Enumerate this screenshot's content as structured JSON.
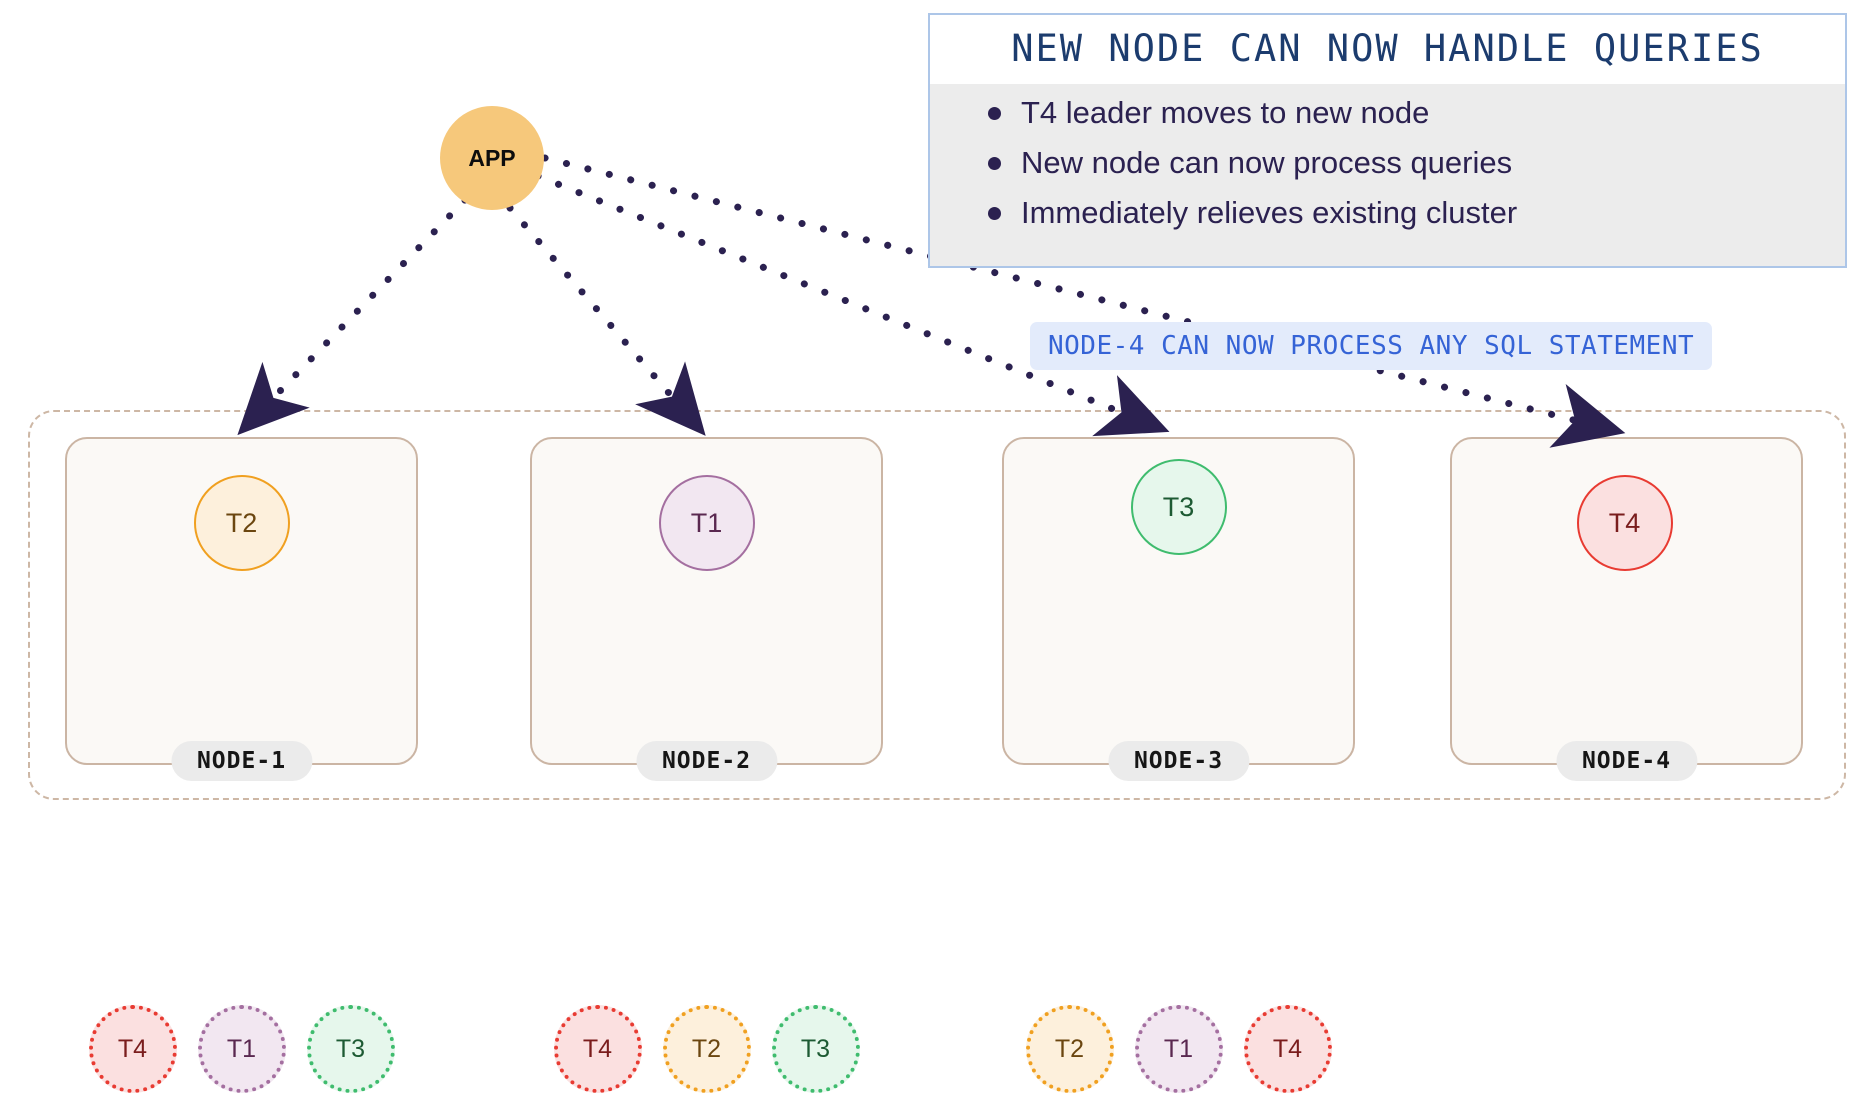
{
  "app": {
    "label": "APP",
    "color": "#f6c87b"
  },
  "callout": {
    "title": "NEW NODE CAN NOW HANDLE QUERIES",
    "title_color": "#1c3c6e",
    "border_color": "#adc6e8",
    "body_bg": "#ececec",
    "text_color": "#2b2150",
    "bullets": [
      "T4 leader moves to new node",
      "New node can now process queries",
      "Immediately relieves existing cluster"
    ]
  },
  "sql_banner": {
    "text": "NODE-4 CAN NOW PROCESS ANY SQL STATEMENT",
    "text_color": "#3563d6",
    "bg": "#e3ebfb"
  },
  "cluster": {
    "boundary_color": "#cdb7a5",
    "node_border_color": "#cbb5a4",
    "node_bg": "#fbf9f6"
  },
  "tablet_colors": {
    "T1": {
      "fill": "#f2e7f1",
      "stroke": "#a46fa0",
      "text": "#5a2850"
    },
    "T2": {
      "fill": "#fdf0dc",
      "stroke": "#f0a020",
      "text": "#6b4610"
    },
    "T3": {
      "fill": "#e6f7ec",
      "stroke": "#3fbc6e",
      "text": "#1d5a33"
    },
    "T4": {
      "fill": "#fbe0e0",
      "stroke": "#e83b32",
      "text": "#7a1d1d"
    }
  },
  "nodes": [
    {
      "name": "NODE-1",
      "leader": "T2",
      "followers": [
        "T4",
        "T1",
        "T3"
      ]
    },
    {
      "name": "NODE-2",
      "leader": "T1",
      "followers": [
        "T4",
        "T2",
        "T3"
      ]
    },
    {
      "name": "NODE-3",
      "leader": "T3",
      "followers": [
        "T2",
        "T1",
        "T4"
      ]
    },
    {
      "name": "NODE-4",
      "leader": "T4",
      "followers": []
    }
  ],
  "arrows": {
    "color": "#2b2150",
    "style": "dotted",
    "from": "APP",
    "to": [
      "NODE-1",
      "NODE-2",
      "NODE-3",
      "NODE-4"
    ]
  }
}
